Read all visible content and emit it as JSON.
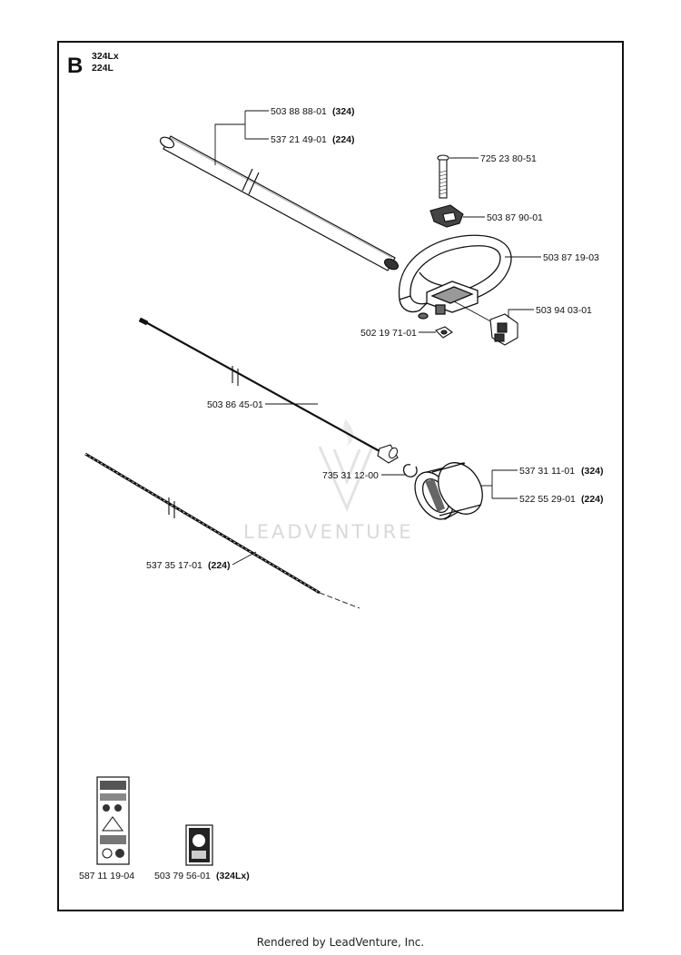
{
  "section": {
    "letter": "B",
    "models": [
      "324Lx",
      "224L"
    ]
  },
  "callouts": {
    "tube_324": {
      "number": "503 88 88-01",
      "model": "(324)"
    },
    "tube_224": {
      "number": "537 21 49-01",
      "model": "(224)"
    },
    "bolt": "725 23 80-51",
    "knob": "503 87 90-01",
    "handle": "503 87 19-03",
    "clamp": "503 94 03-01",
    "nut": "502 19 71-01",
    "drive_shaft": "503 86 45-01",
    "guard_324": {
      "number": "537 31 11-01",
      "model": "(324)"
    },
    "guard_224": {
      "number": "522 55 29-01",
      "model": "(224)"
    },
    "retaining_ring": "735 31 12-00",
    "flex_shaft": {
      "number": "537 35 17-01",
      "model": "(224)"
    }
  },
  "decals": [
    {
      "number": "587 11 19-04",
      "model": ""
    },
    {
      "number": "503 79 56-01",
      "model": "(324Lx)"
    }
  ],
  "watermark": "LEADVENTURE",
  "footer": "Rendered by LeadVenture, Inc."
}
